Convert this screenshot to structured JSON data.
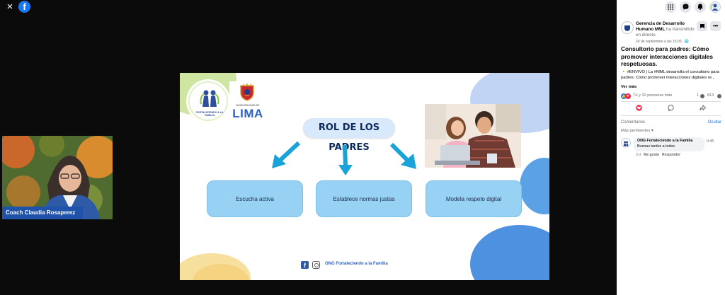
{
  "viewer": {
    "close_glyph": "×",
    "close_icon": "close-icon",
    "app_logo_letter": "f",
    "app_logo_icon": "facebook-logo-icon",
    "background_color": "#0b0b0b"
  },
  "slide": {
    "title": "ROL DE LOS PADRES",
    "roles": [
      "Escucha activa",
      "Establece normas justas",
      "Modela respeto digital"
    ],
    "logo_municipality_small": "MUNICIPALIDAD DE",
    "logo_municipality_name": "LIMA",
    "logo_org_caption": "FORTALECIENDO A LA FAMILIA",
    "footer_text": "ONG Fortaleciendo a la Familia",
    "footer_icons": [
      "facebook-icon",
      "instagram-icon"
    ],
    "box_color": "#97d1f3",
    "arrow_color": "#1aa3d9"
  },
  "webcam": {
    "presenter_label": "Coach Claudia Rosaperez",
    "label_color": "#1f52a9"
  },
  "panel": {
    "top_icons": [
      "menu-grid-icon",
      "messenger-icon",
      "notifications-bell-icon",
      "profile-avatar-icon"
    ],
    "author_name": "Gerencia de Desarrollo Humano MML",
    "author_suffix": "ha transmitido en directo.",
    "timestamp": "24 de septiembre a las 16:00 · 🌐",
    "post_title": "Consultorio para padres: Cómo promover interacciones digitales respetuosas.",
    "post_body": "🔸 #ENVIVO | La #MML desarrolla el consultorio para padres: Cómo promover interacciones digitales re...",
    "see_more": "Ver más",
    "reactions_text": "Tú y 10 personas más",
    "comments_count": "1",
    "views_count": "813",
    "comments_label": "Comentarios",
    "hide_label": "Ocultar",
    "relevant_label": "Más pertinentes ▾",
    "comment": {
      "author": "ONG Fortaleciendo a la Familia",
      "text": "Buenas tardes a todos",
      "time": "0:45",
      "age": "3 d",
      "like": "Me gusta",
      "reply": "Responder"
    },
    "accent_color": "#1877f2"
  }
}
